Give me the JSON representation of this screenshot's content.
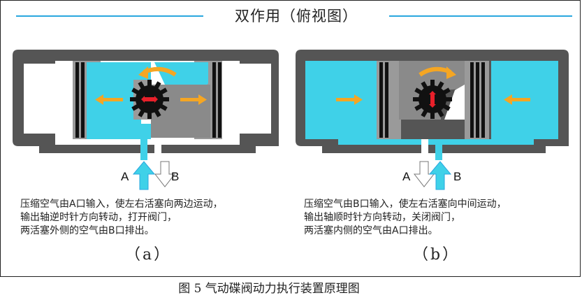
{
  "header": {
    "title": "双作用（俯视图）"
  },
  "panel_a": {
    "port_a": "A",
    "port_b": "B",
    "description": [
      "压缩空气由A口输入，使左右活塞向两边运动，",
      "输出轴逆时针方向转动，打开阀门，",
      "两活塞外侧的空气由B口排出。"
    ],
    "label": "（a）"
  },
  "panel_b": {
    "port_a": "A",
    "port_b": "B",
    "description": [
      "压缩空气由B口输入，使左右活塞向中间运动，",
      "输出轴顺时针方向转动，关闭阀门，",
      "两活塞内侧的空气由A口排出。"
    ],
    "label": "（b）"
  },
  "caption": "图 5  气动碟阀动力执行装置原理图",
  "colors": {
    "accent_line": "#2aa7df",
    "air": "#3fd1e8",
    "body": "#555555",
    "piston": "#9a9a9a",
    "gear": "#111111",
    "arrow": "#f5a623",
    "shaft_marker": "#e8202a"
  }
}
